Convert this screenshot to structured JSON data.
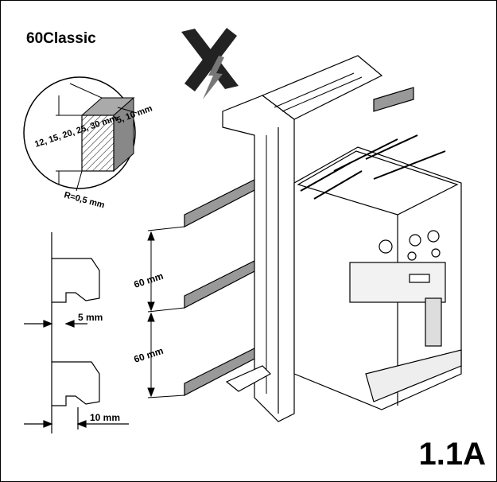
{
  "title": "60Classic",
  "figure_number": "1.1A",
  "busbar_section": {
    "heights": "12, 15, 20, 25, 30 mm",
    "thickness": "5, 10 mm",
    "corner_radius": "R=0,5 mm"
  },
  "spacing": {
    "upper": "60 mm",
    "lower": "60 mm"
  },
  "clearances": {
    "top": "5 mm",
    "bottom": "10 mm"
  },
  "icons": [
    "busbar-cross-section-icon",
    "prohibited-orientation-icon",
    "busbar-holder-icon",
    "circuit-breaker-icon"
  ]
}
